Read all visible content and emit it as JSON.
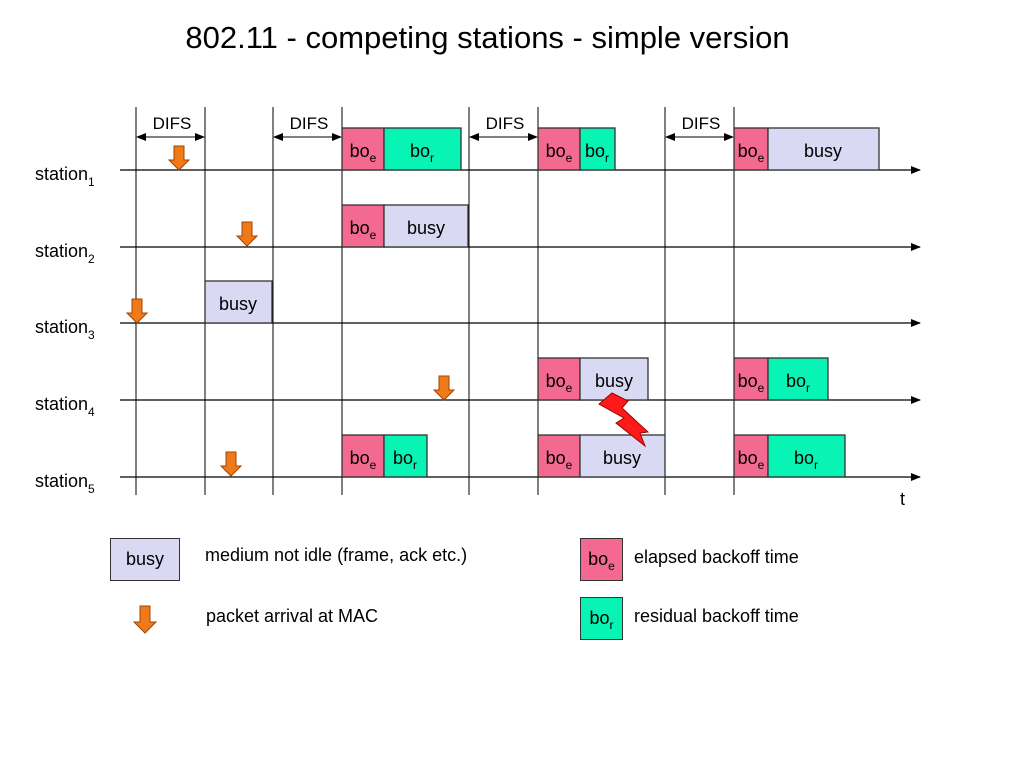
{
  "title": "802.11 - competing stations - simple version",
  "axis_label": "t",
  "difs_label": "DIFS",
  "colors": {
    "busy": "#d9d9f3",
    "bo_e": "#f4698f",
    "bo_r": "#08f4b4",
    "arrow": "#f07a1a",
    "lightning": "#ff1a1a"
  },
  "stations": [
    {
      "name": "station",
      "sub": "1"
    },
    {
      "name": "station",
      "sub": "2"
    },
    {
      "name": "station",
      "sub": "3"
    },
    {
      "name": "station",
      "sub": "4"
    },
    {
      "name": "station",
      "sub": "5"
    }
  ],
  "blocks": {
    "busy": "busy",
    "bo": "bo",
    "sub_e": "e",
    "sub_r": "r"
  },
  "legend": {
    "busy_box": "busy",
    "busy_desc": "medium not idle (frame, ack etc.)",
    "arrival_desc": "packet arrival at MAC",
    "boe_desc": "elapsed backoff time",
    "bor_desc": "residual backoff time"
  }
}
